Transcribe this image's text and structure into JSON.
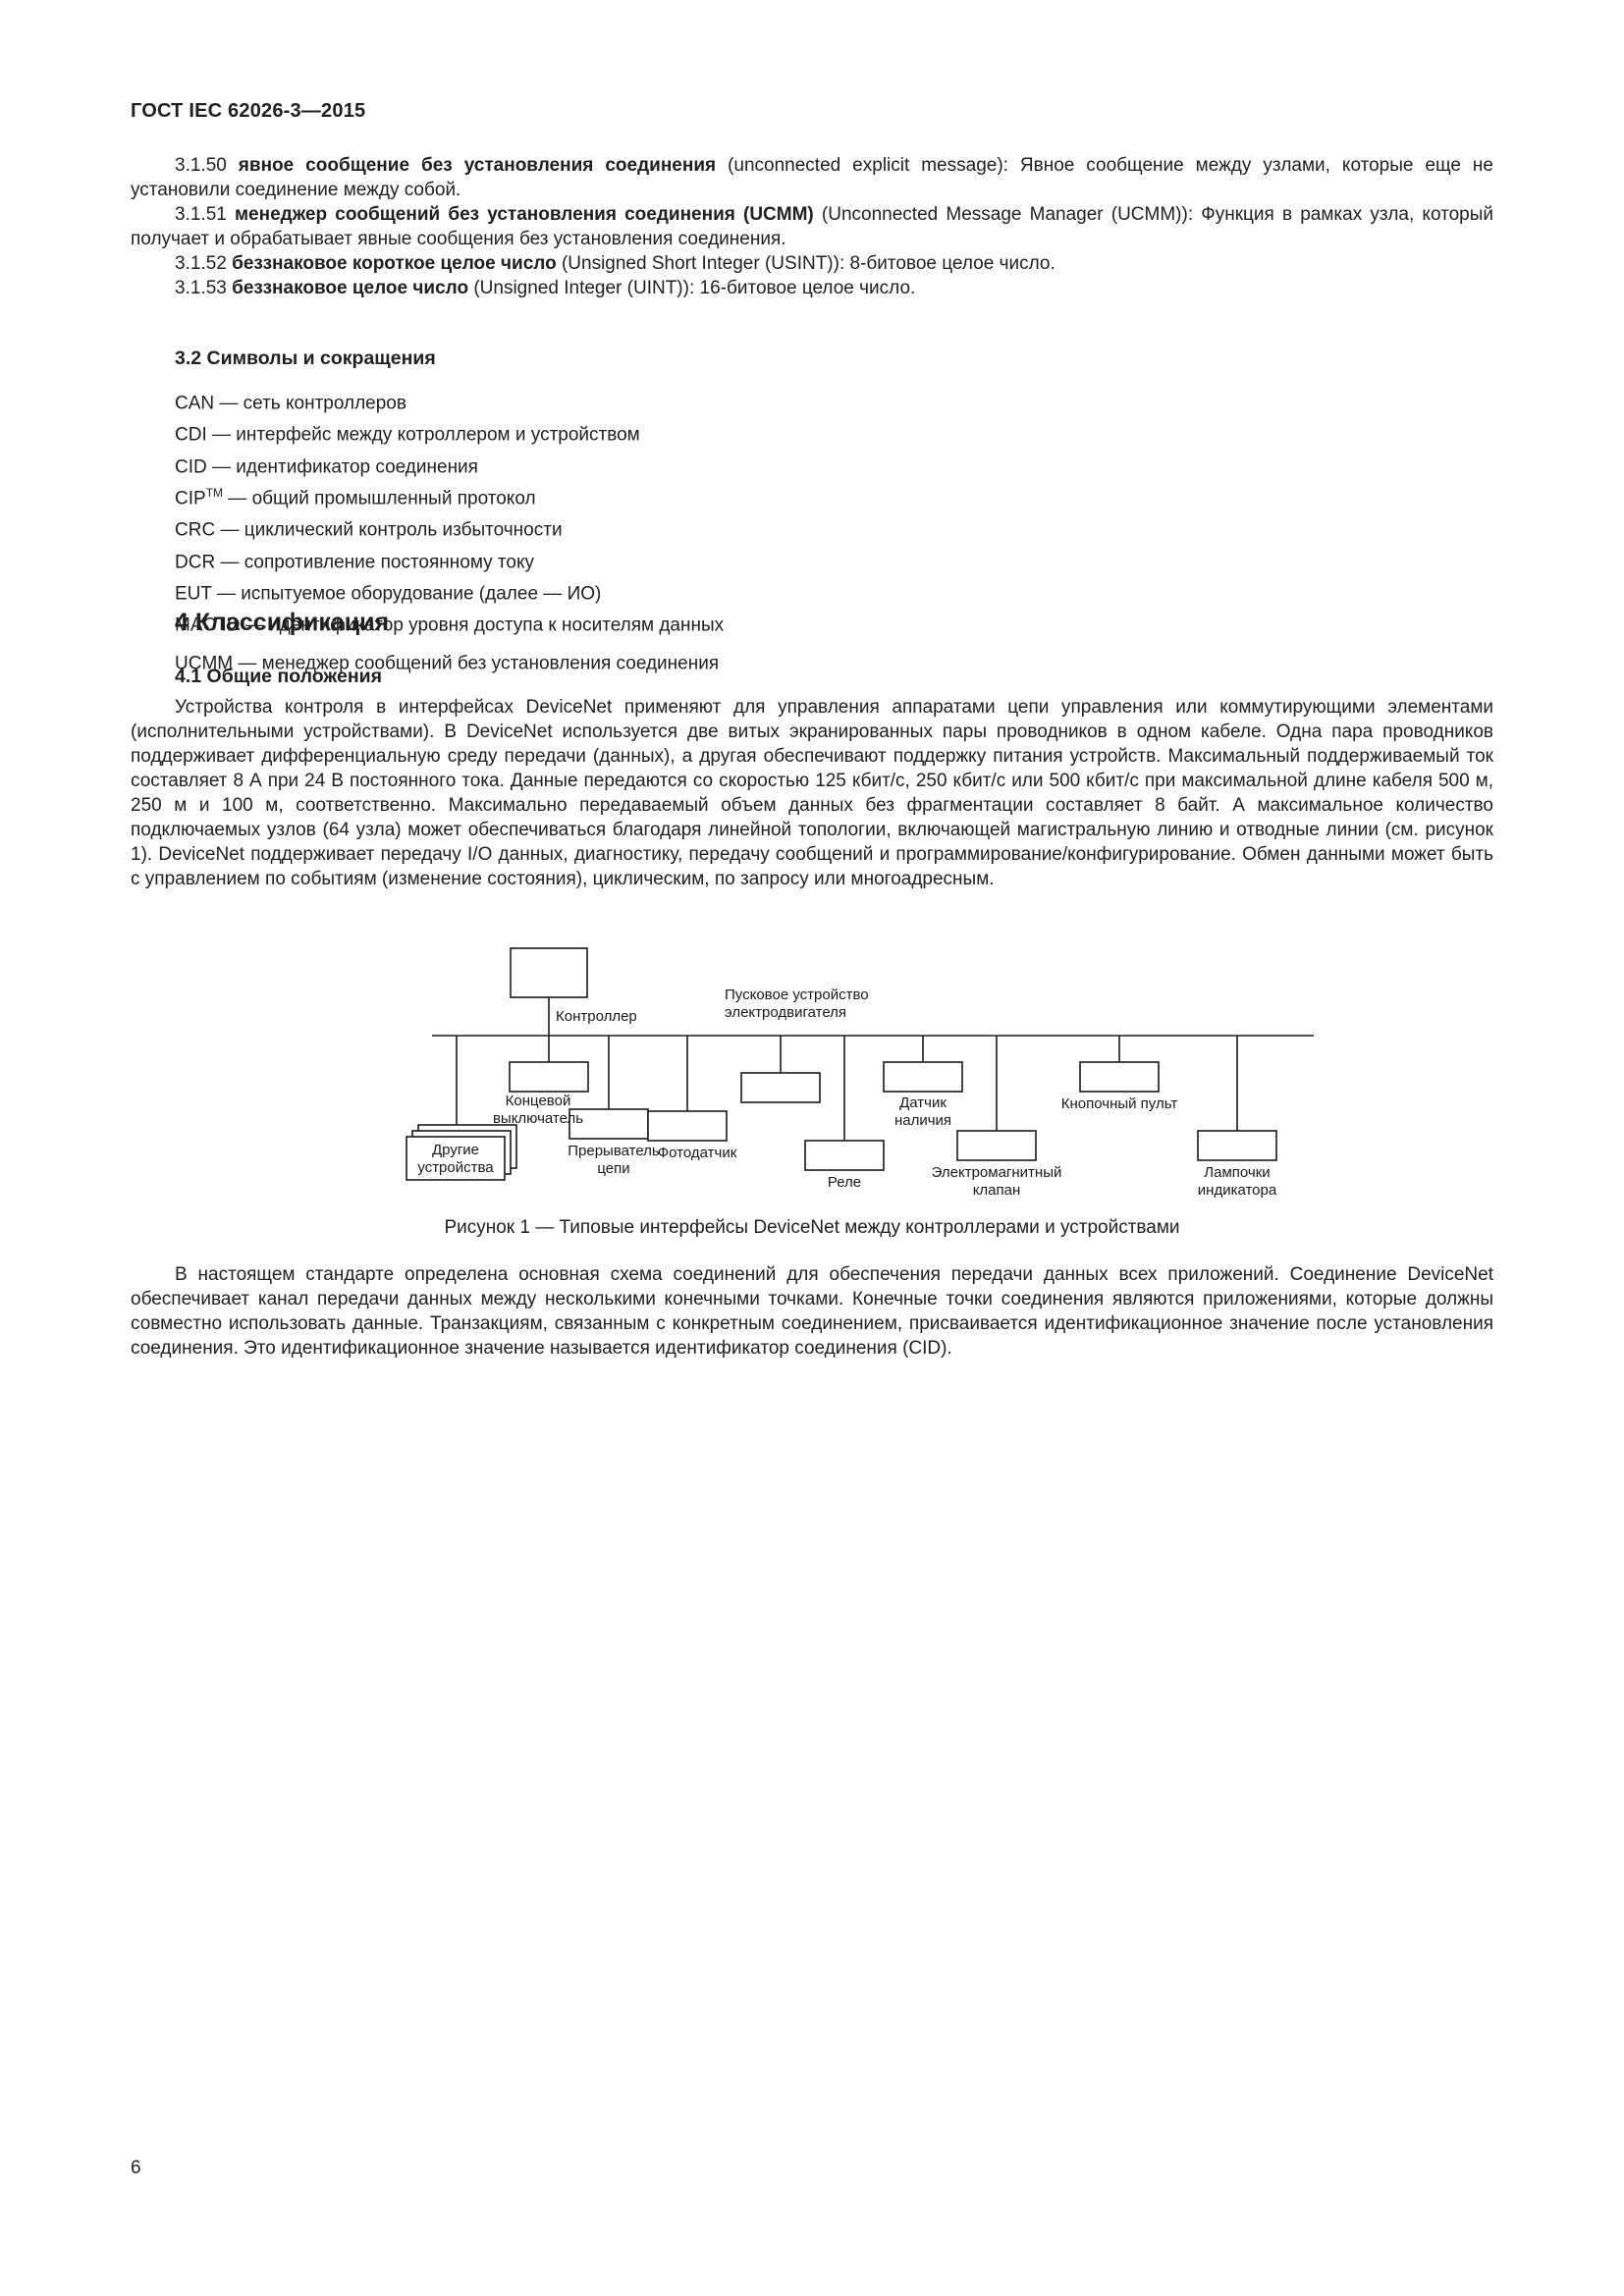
{
  "page": {
    "header": "ГОСТ IEC 62026-3—2015",
    "number": "6"
  },
  "definitions": [
    {
      "num": "3.1.50 ",
      "term": "явное сообщение без установления соединения",
      "rest": " (unconnected explicit message): Явное сообщение между узлами, которые еще не установили соединение между собой."
    },
    {
      "num": "3.1.51 ",
      "term": "менеджер сообщений без установления соединения (UCMM)",
      "rest": " (Unconnected Message Manager (UCMM)): Функция в рамках узла, который получает и обрабатывает явные сообщения без установления соединения."
    },
    {
      "num": "3.1.52 ",
      "term": "беззнаковое короткое целое число",
      "rest": " (Unsigned Short Integer (USINT)): 8-битовое целое число."
    },
    {
      "num": "3.1.53 ",
      "term": "беззнаковое целое число",
      "rest": " (Unsigned Integer (UINT)): 16-битовое целое число."
    }
  ],
  "headings": {
    "symbols": "3.2 Символы и сокращения",
    "classification": "4 Классификация",
    "general": "4.1 Общие положения"
  },
  "abbreviations": [
    {
      "pre": "CAN — сеть контроллеров",
      "sup": "",
      "post": ""
    },
    {
      "pre": "CDI — интерфейс между котроллером и устройством",
      "sup": "",
      "post": ""
    },
    {
      "pre": "CID — идентификатор соединения",
      "sup": "",
      "post": ""
    },
    {
      "pre": "CIP",
      "sup": "TM",
      "post": " — общий промышленный протокол"
    },
    {
      "pre": "CRC — циклический контроль избыточности",
      "sup": "",
      "post": ""
    },
    {
      "pre": "DCR — сопротивление постоянному току",
      "sup": "",
      "post": ""
    },
    {
      "pre": "EUT — испытуемое оборудование (далее — ИО)",
      "sup": "",
      "post": ""
    },
    {
      "pre": "MAC ID — идентификатор уровня доступа к носителям данных",
      "sup": "",
      "post": ""
    },
    {
      "pre": "UCMM — менеджер сообщений без установления соединения",
      "sup": "",
      "post": ""
    }
  ],
  "body": {
    "general": "Устройства контроля в интерфейсах DeviceNet применяют для управления аппаратами цепи управления или коммутирующими элементами (исполнительными устройствами). В DeviceNet используется две витых экранированных пары проводников в одном кабеле. Одна пара проводников поддерживает дифференциальную среду передачи (данных), а другая обеспечивают поддержку питания устройств. Максимальный поддерживаемый ток составляет 8 А при 24 В постоянного тока. Данные передаются со скоростью 125 кбит/с, 250 кбит/с или 500 кбит/с при максимальной длине кабеля 500 м, 250 м и 100 м, соответственно. Максимально передаваемый объем данных без фрагментации составляет 8 байт. А максимальное количество подключаемых узлов (64 узла) может обеспечиваться благодаря линейной топологии, включающей магистральную линию и отводные линии (см. рисунок 1). DeviceNet поддерживает передачу I/O данных, диагностику, передачу сообщений и программирование/конфигурирование. Обмен данными может быть с управлением по событиям (изменение состояния), циклическим, по запросу или многоадресным.",
    "closing": "В настоящем стандарте определена основная схема соединений для обеспечения передачи данных всех приложений. Соединение DeviceNet обеспечивает канал передачи данных между несколькими конечными точками. Конечные точки соединения являются приложениями, которые должны совместно использовать данные. Транзакциям, связанным с конкретным соединением, присваивается идентификационное значение после установления соединения. Это идентификационное значение называется идентификатор соединения (CID)."
  },
  "figure": {
    "caption": "Рисунок 1 — Типовые интерфейсы DeviceNet между контроллерами и устройствами",
    "labels": {
      "controller": "Контроллер",
      "starter_line1": "Пусковое устройство",
      "starter_line2": "электродвигателя",
      "limit_line1": "Концевой",
      "limit_line2": "выключатель",
      "other_line1": "Другие",
      "other_line2": "устройства",
      "breaker_line1": "Прерыватель",
      "breaker_line2": "цепи",
      "photo": "Фотодатчик",
      "relay": "Реле",
      "presence_line1": "Датчик",
      "presence_line2": "наличия",
      "solenoid_line1": "Электромагнитный",
      "solenoid_line2": "клапан",
      "pushbutton": "Кнопочный пульт",
      "lamps_line1": "Лампочки",
      "lamps_line2": "индикатора"
    }
  }
}
